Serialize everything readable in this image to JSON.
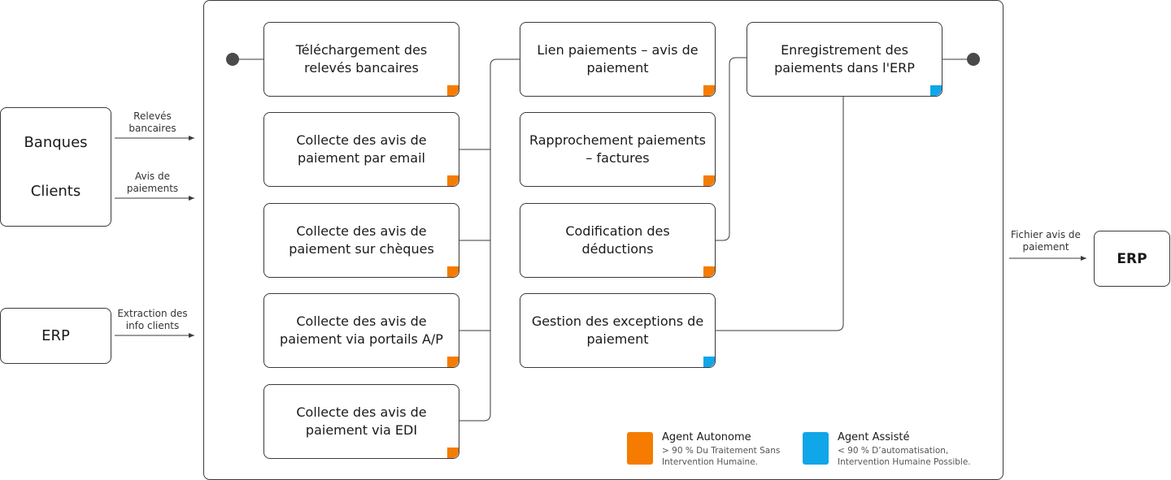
{
  "sources": {
    "banques": "Banques",
    "clients": "Clients",
    "erp": "ERP"
  },
  "inputs": {
    "releves": "Relevés bancaires",
    "avis": "Avis de paiements",
    "extraction": "Extraction des info clients"
  },
  "steps": [
    {
      "label": "Téléchargement des relevés bancaires",
      "agent": "autonome"
    },
    {
      "label": "Collecte des avis de paiement par email",
      "agent": "autonome"
    },
    {
      "label": "Collecte des avis de paiement sur chèques",
      "agent": "autonome"
    },
    {
      "label": "Collecte des avis de paiement via portails A/P",
      "agent": "autonome"
    },
    {
      "label": "Collecte des avis de paiement via EDI",
      "agent": "autonome"
    },
    {
      "label": "Lien paiements – avis de paiement",
      "agent": "autonome"
    },
    {
      "label": "Rapprochement paiements – factures",
      "agent": "autonome"
    },
    {
      "label": "Codification des déductions",
      "agent": "autonome"
    },
    {
      "label": "Gestion des exceptions de paiement",
      "agent": "assiste"
    },
    {
      "label": "Enregistrement des paiements dans l'ERP",
      "agent": "assiste"
    }
  ],
  "output": {
    "label": "Fichier avis de paiement",
    "target": "ERP"
  },
  "legend": {
    "autonome": {
      "title": "Agent Autonome",
      "desc1": "> 90 % Du Traitement Sans",
      "desc2": "Intervention Humaine.",
      "color": "#f57c00"
    },
    "assiste": {
      "title": "Agent Assisté",
      "desc1": "< 90 % D’automatisation,",
      "desc2": "Intervention Humaine Possible.",
      "color": "#10a6e8"
    }
  }
}
